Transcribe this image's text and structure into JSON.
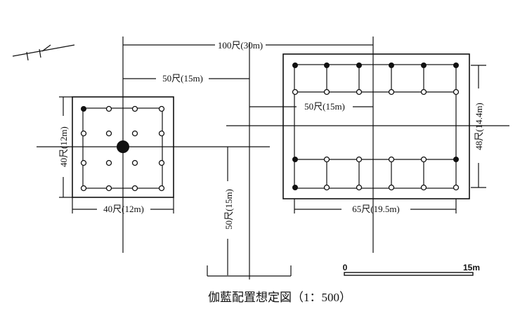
{
  "dimensions": {
    "overall_span": "100尺(30m)",
    "top_offset": "50尺(15m)",
    "pagoda_height": "40尺(12m)",
    "pagoda_width": "40尺(12m)",
    "vertical_gap": "50尺(15m)",
    "hall_offset": "50尺(15m)",
    "hall_depth": "48尺(14.4m)",
    "hall_width": "65尺(19.5m)"
  },
  "scale_bar": {
    "start": "0",
    "end": "15m"
  },
  "caption": "伽藍配置想定図（1：500）"
}
